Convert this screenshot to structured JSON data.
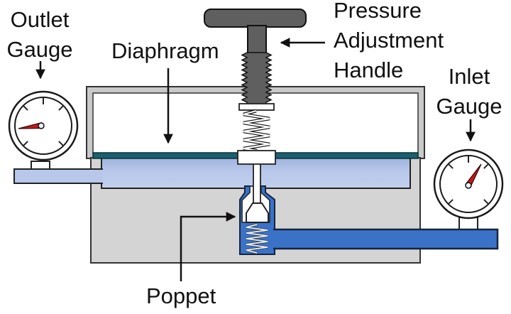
{
  "diagram": {
    "labels": {
      "outlet_gauge": "Outlet\nGauge",
      "diaphragm": "Diaphragm",
      "pressure_adjustment_handle": "Pressure\nAdjustment\nHandle",
      "inlet_gauge": "Inlet\nGauge",
      "poppet": "Poppet"
    },
    "colors": {
      "outline": "#1a1a1a",
      "body_gray": "#d4d4d4",
      "frame_gray": "#c9c9c9",
      "handle_gray": "#5f5f5f",
      "diaphragm_teal": "#1a6170",
      "low_pressure_blue": "#b9c8ea",
      "high_pressure_blue": "#3a72c8",
      "needle_red": "#c4181a",
      "white": "#ffffff"
    }
  }
}
